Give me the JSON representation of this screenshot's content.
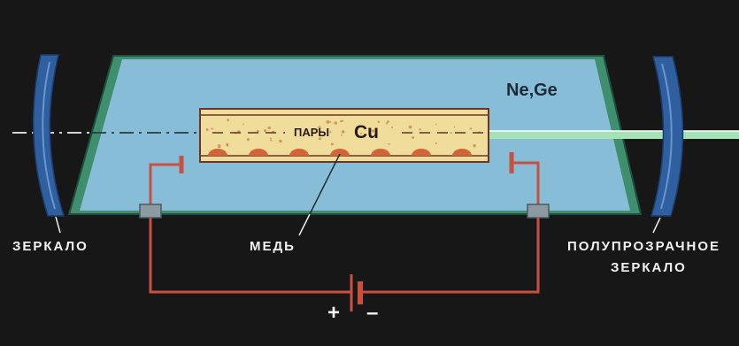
{
  "labels": {
    "gas_mixture": "Ne,Ge",
    "vapor_prefix": "ПАРЫ",
    "vapor_element": "Cu",
    "left_mirror": "ЗЕРКАЛО",
    "copper": "МЕДЬ",
    "right_mirror_line1": "ПОЛУПРОЗРАЧНОЕ",
    "right_mirror_line2": "ЗЕРКАЛО",
    "battery_plus": "+",
    "battery_minus": "–"
  },
  "colors": {
    "background": "#171717",
    "chamber_fill": "#87bdd7",
    "chamber_edge": "#3f8f6e",
    "mirror": "#2f5f9f",
    "tube_fill": "#f0dd9c",
    "tube_wall": "#6e3426",
    "copper": "#d2643a",
    "wire": "#c9503e",
    "beam": "#a6e2b8",
    "label_text": "#f3f3f3",
    "gas_text": "#1b2a38"
  }
}
